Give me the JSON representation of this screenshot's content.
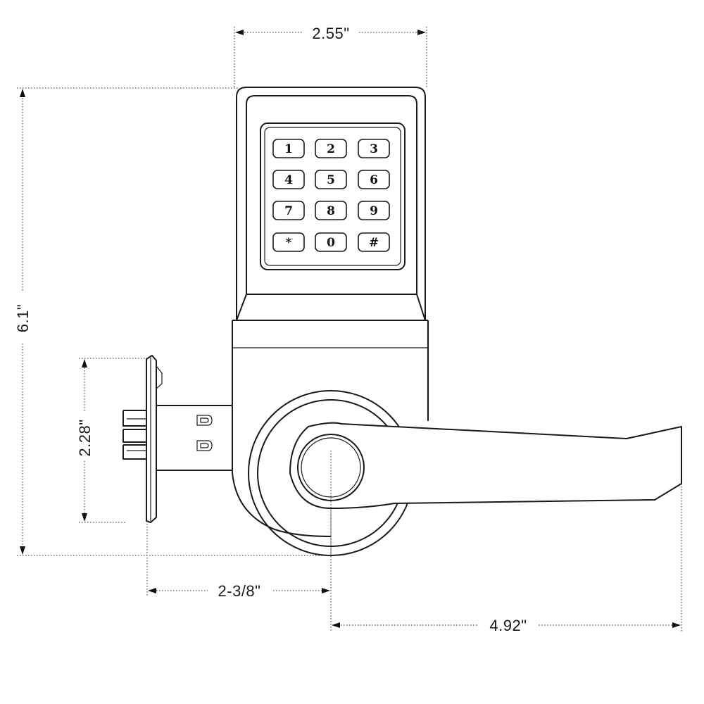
{
  "dimensions": {
    "width": "2.55\"",
    "height": "6.1\"",
    "backset_plate": "2.28\"",
    "backset": "2-3/8\"",
    "lever_length": "4.92\""
  },
  "keypad": {
    "keys": [
      "1",
      "2",
      "3",
      "4",
      "5",
      "6",
      "7",
      "8",
      "9",
      "*",
      "0",
      "#"
    ]
  }
}
